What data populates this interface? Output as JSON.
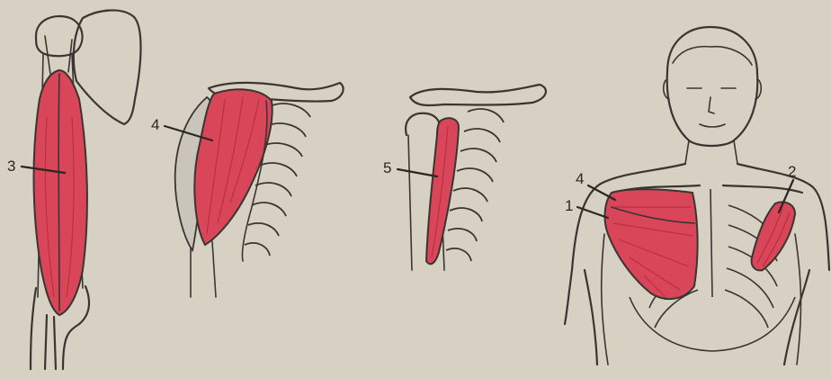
{
  "labels": {
    "l1": "1",
    "l2": "2",
    "l3": "3",
    "l4_shoulder": "4",
    "l4_chest": "4",
    "l5": "5"
  },
  "colors": {
    "background": "#d7d1c3",
    "muscle": "#d9465a",
    "muscle_dark": "#b8303f",
    "bone": "#ede9df",
    "ink": "#3a3530"
  }
}
